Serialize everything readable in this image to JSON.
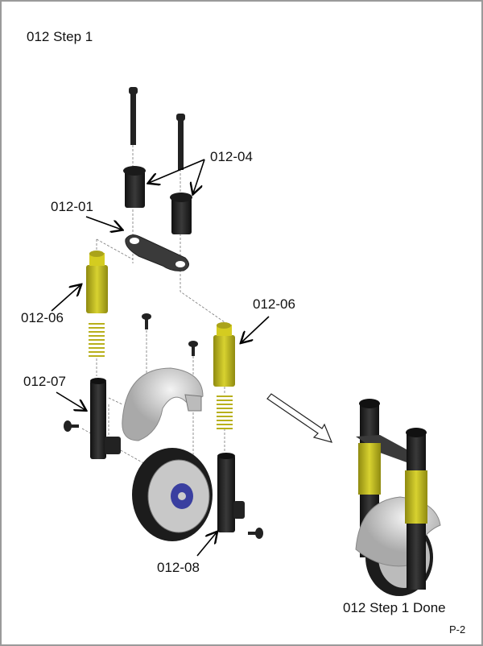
{
  "title": "012 Step 1",
  "labels": {
    "part_04": "012-04",
    "part_01": "012-01",
    "part_06_left": "012-06",
    "part_06_right": "012-06",
    "part_07": "012-07",
    "part_08": "012-08"
  },
  "done_caption": "012 Step 1 Done",
  "page_number": "P-2",
  "colors": {
    "yellow_part": "#c9c21a",
    "black_part": "#2a2a2a",
    "fender": "#d6d6d6"
  }
}
